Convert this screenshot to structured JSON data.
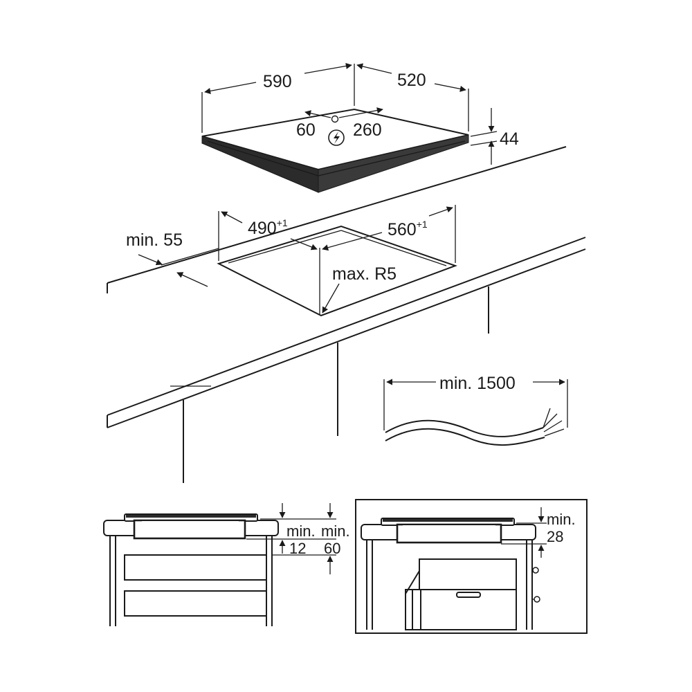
{
  "hob": {
    "width": "590",
    "depth": "520",
    "height": "44",
    "conn_offset": "60",
    "conn_depth": "260"
  },
  "cutout": {
    "width": "490",
    "width_tol": "+1",
    "depth": "560",
    "depth_tol": "+1",
    "radius": "max. R5",
    "edge_min": "min. 55"
  },
  "cable": {
    "length": "min. 1500"
  },
  "side_view_left": {
    "min_label_a": "min.",
    "value_a": "12",
    "min_label_b": "min.",
    "value_b": "60"
  },
  "side_view_right": {
    "min_label": "min.",
    "value": "28"
  }
}
